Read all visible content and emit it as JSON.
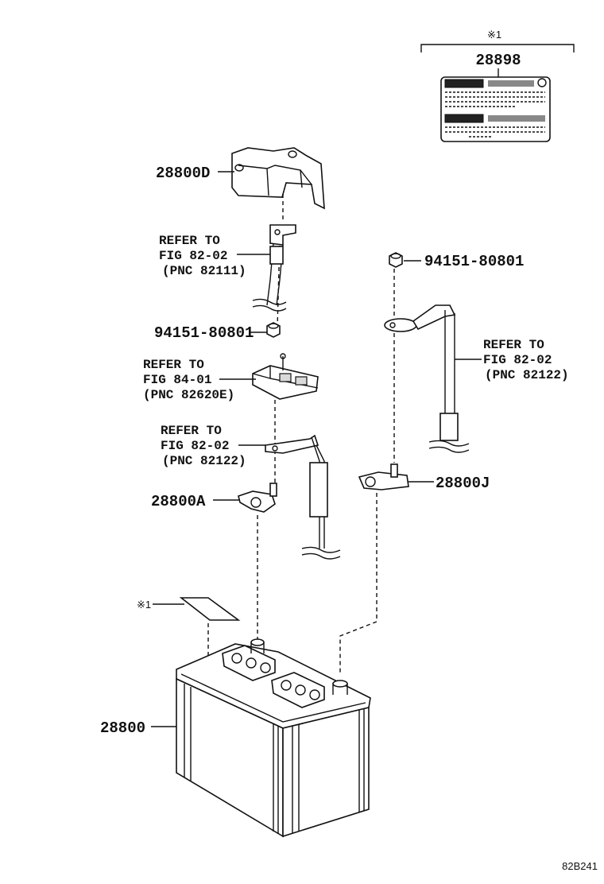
{
  "diagram_id": "82B241",
  "note_symbol": "※1",
  "labels": {
    "note_top": "※1",
    "p28898": "28898",
    "p28800D": "28800D",
    "ref1_l1": "REFER TO",
    "ref1_l2": "FIG 82-02",
    "ref1_l3": "(PNC 82111)",
    "bolt_left": "94151-80801",
    "bolt_right": "94151-80801",
    "ref2_l1": "REFER TO",
    "ref2_l2": "FIG 82-02",
    "ref2_l3": "(PNC 82122)",
    "ref3_l1": "REFER TO",
    "ref3_l2": "FIG 84-01",
    "ref3_l3": "(PNC 82620E)",
    "ref4_l1": "REFER TO",
    "ref4_l2": "FIG 82-02",
    "ref4_l3": "(PNC 82122)",
    "p28800A": "28800A",
    "p28800J": "28800J",
    "note_left": "※1",
    "p28800": "28800"
  }
}
